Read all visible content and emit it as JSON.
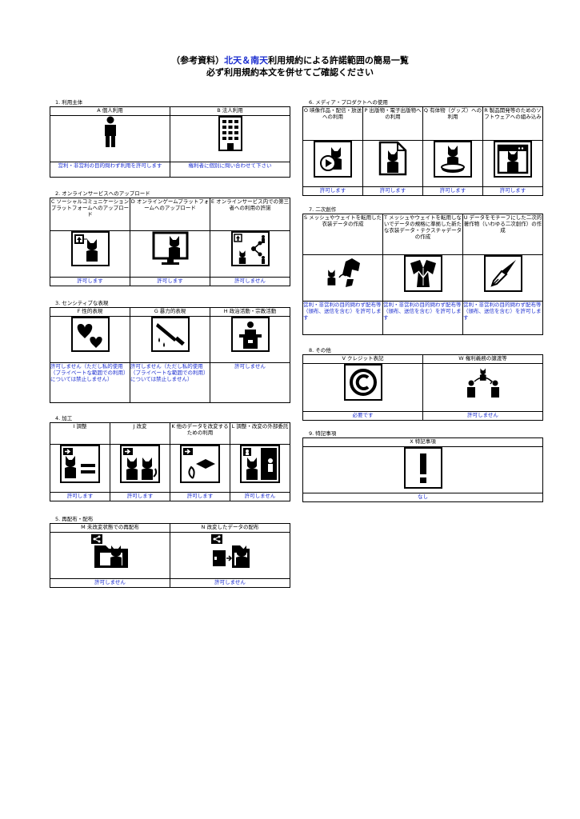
{
  "title": {
    "line1_pre": "（参考資料）",
    "line1_hl": "北天＆南天",
    "line1_post": "利用規約による許諾範囲の簡易一覧",
    "line2": "必ず利用規約本文を併せてご確認ください"
  },
  "sections": {
    "s1": {
      "label": "1. 利用主体",
      "cols": [
        {
          "header": "A 個人利用",
          "icon": "person-icon",
          "result": "営利・非営利の目的問わず利用を許可します"
        },
        {
          "header": "B 法人利用",
          "icon": "office-building-icon",
          "result": "権利者に個別に問い合わせて下さい"
        }
      ]
    },
    "s2": {
      "label": "2. オンラインサービスへのアップロード",
      "cols": [
        {
          "header": "C ソーシャルコミュニケーションプラットフォームへのアップロード",
          "icon": "upload-cat-icon",
          "result": "許可します"
        },
        {
          "header": "D オンラインゲームプラットフォームへのアップロード",
          "icon": "monitor-cat-icon",
          "result": "許可します"
        },
        {
          "header": "E オンラインサービス内での第三者への利用の許諾",
          "icon": "share-cat-icon",
          "result": "許可しません"
        }
      ]
    },
    "s3": {
      "label": "3. センシティブな表現",
      "cols": [
        {
          "header": "F 性的表現",
          "icon": "hearts-icon",
          "result": "許可しません（ただし私的使用（プライベートな範囲での利用）については禁止しません）"
        },
        {
          "header": "G 暴力的表現",
          "icon": "knife-icon",
          "result": "許可しません（ただし私的使用（プライベートな範囲での利用）については禁止しません）"
        },
        {
          "header": "H 政治活動・宗教活動",
          "icon": "podium-icon",
          "result": "許可しません"
        }
      ]
    },
    "s4": {
      "label": "4. 加工",
      "cols": [
        {
          "header": "I 調整",
          "icon": "adjust-equal-icon",
          "result": "許可します"
        },
        {
          "header": "J 改変",
          "icon": "modify-cats-icon",
          "result": "許可します"
        },
        {
          "header": "K 他のデータを改変するための利用",
          "icon": "ribbon-modify-icon",
          "result": "許可します"
        },
        {
          "header": "L 調整・改変の外部委託",
          "icon": "outsource-icon",
          "result": "許可しません"
        }
      ]
    },
    "s5": {
      "label": "5. 再配布・配布",
      "cols": [
        {
          "header": "M 未改変状態での再配布",
          "icon": "redistribute-folder-icon",
          "result": "許可しません"
        },
        {
          "header": "N 改変したデータの配布",
          "icon": "distribute-modified-icon",
          "result": "許可しません"
        }
      ]
    },
    "s6": {
      "label": "6. メディア・プロダクトへの使用",
      "cols": [
        {
          "header": "O 映像作品・配信・放送への利用",
          "icon": "video-cat-icon",
          "result": "許可します"
        },
        {
          "header": "P 出版物・電子出版物への利用",
          "icon": "document-cat-icon",
          "result": "許可します"
        },
        {
          "header": "Q 有体物（グッズ）への利用",
          "icon": "goods-cat-icon",
          "result": "許可します"
        },
        {
          "header": "R 製品開発等のためのソフトウェアへの組み込み",
          "icon": "software-window-icon",
          "result": "許可します"
        }
      ]
    },
    "s7": {
      "label": "7. 二次創作",
      "cols": [
        {
          "header": "S メッシュやウェイトを転用した衣装データの作成",
          "icon": "mesh-clothing-icon",
          "result": "営利・非営利の目的問わず配布等（頒布、送信を含む）を許可します"
        },
        {
          "header": "T メッシュやウェイトを転用しないでデータの規格に準拠した新たな衣装データ・テクスチャデータの作成",
          "icon": "new-clothing-icon",
          "result": "営利・非営利の目的問わず配布等（頒布、送信を含む）を許可します"
        },
        {
          "header": "U データをモチーフにした二次的著作物（いわゆる二次創作）の作成",
          "icon": "pen-nib-icon",
          "result": "営利・非営利の目的問わず配布等（頒布、送信を含む）を許可します"
        }
      ]
    },
    "s8": {
      "label": "8. その他",
      "cols": [
        {
          "header": "V クレジット表記",
          "icon": "copyright-icon",
          "result": "必要です"
        },
        {
          "header": "W 権利義務の譲渡等",
          "icon": "transfer-people-icon",
          "result": "許可しません"
        }
      ]
    },
    "s9": {
      "label": "9. 特記事項",
      "cols": [
        {
          "header": "X 特記事項",
          "icon": "exclamation-icon",
          "result": "なし"
        }
      ]
    }
  }
}
